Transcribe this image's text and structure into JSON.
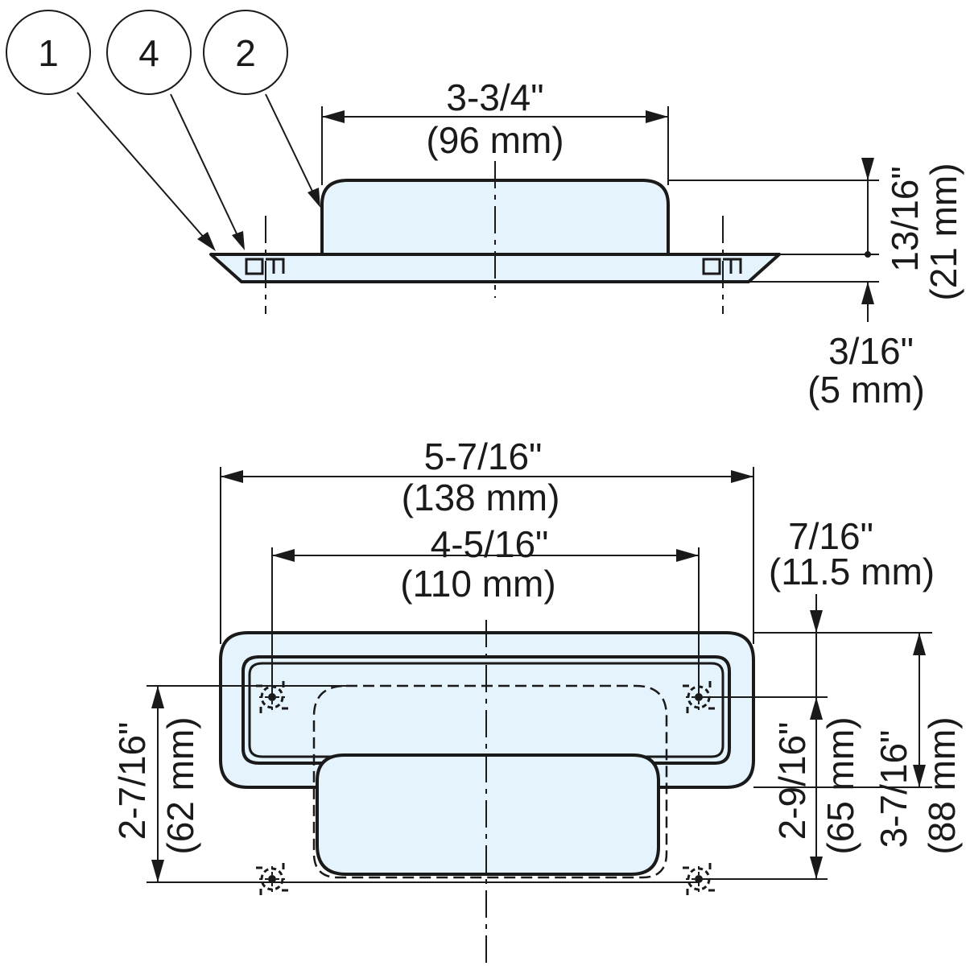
{
  "callouts": [
    "1",
    "4",
    "2"
  ],
  "side_view": {
    "top_width": {
      "inch": "3-3/4\"",
      "mm": "(96 mm)"
    },
    "height": {
      "inch": "13/16\"",
      "mm": "(21 mm)"
    },
    "flange": {
      "inch": "3/16\"",
      "mm": "(5 mm)"
    }
  },
  "top_view": {
    "overall_width": {
      "inch": "5-7/16\"",
      "mm": "(138 mm)"
    },
    "hole_spacing_x": {
      "inch": "4-5/16\"",
      "mm": "(110 mm)"
    },
    "edge_offset": {
      "inch": "7/16\"",
      "mm": "(11.5 mm)"
    },
    "hole_spacing_y": {
      "inch": "2-7/16\"",
      "mm": "(62 mm)"
    },
    "inner_height": {
      "inch": "2-9/16\"",
      "mm": "(65 mm)"
    },
    "overall_height": {
      "inch": "3-7/16\"",
      "mm": "(88 mm)"
    }
  }
}
